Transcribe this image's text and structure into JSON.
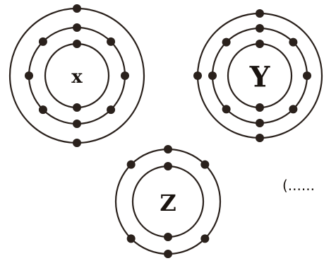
{
  "atoms": [
    {
      "id": "x",
      "label": "x",
      "shells": [
        2,
        8,
        2
      ]
    },
    {
      "id": "y",
      "label": "Y",
      "shells": [
        2,
        8,
        3
      ]
    },
    {
      "id": "z",
      "label": "Z",
      "shells": [
        2,
        6
      ]
    }
  ],
  "trailing_text": "(......",
  "colors": {
    "stroke": "#2a211c",
    "electron": "#2a211c",
    "background": "#ffffff"
  }
}
